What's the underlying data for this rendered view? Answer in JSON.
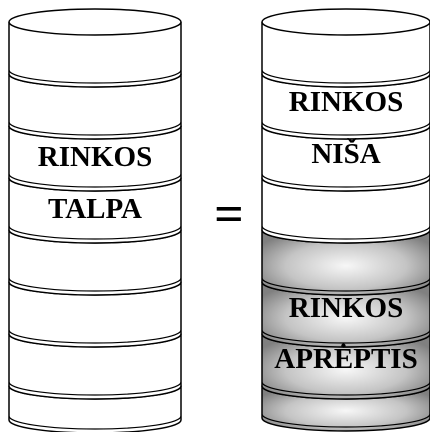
{
  "diagram": {
    "left_stack": {
      "lines": [
        "RINKOS",
        "TALPA"
      ],
      "disk_fill": "#ffffff"
    },
    "equals_sign": "=",
    "right_stack": {
      "upper_lines": [
        "RINKOS",
        "NIŠA"
      ],
      "lower_lines": [
        "RINKOS",
        "APRĖPTIS"
      ],
      "light_fill": "#ffffff",
      "shaded_fill_dark": "#7a7a7a",
      "shaded_fill_light": "#f2f2f2"
    },
    "stroke_color": "#000000"
  }
}
